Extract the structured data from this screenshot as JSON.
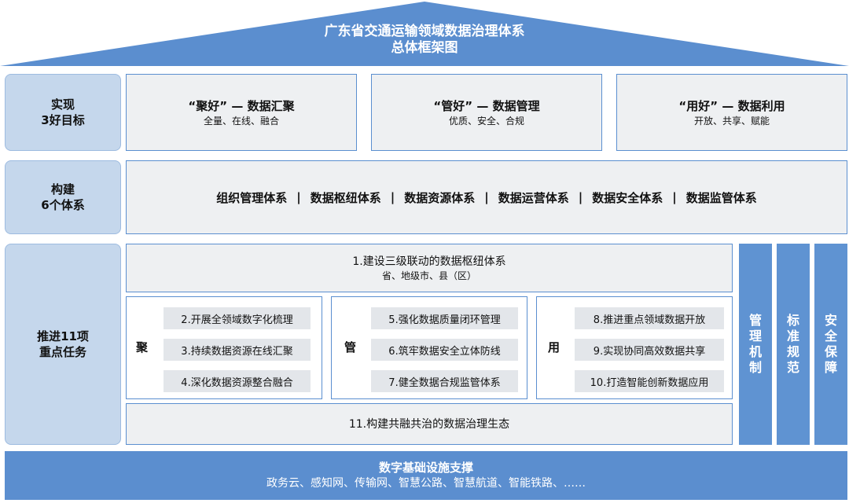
{
  "header": {
    "line1": "广东省交通运输领域数据治理体系",
    "line2": "总体框架图"
  },
  "rows": {
    "goals": {
      "label1": "实现",
      "label2": "3好目标"
    },
    "systems": {
      "label1": "构建",
      "label2": "6个体系"
    },
    "tasks": {
      "label1": "推进11项",
      "label2": "重点任务"
    }
  },
  "goals": [
    {
      "title": "“聚好” — 数据汇聚",
      "sub": "全量、在线、融合"
    },
    {
      "title": "“管好” — 数据管理",
      "sub": "优质、安全、合规"
    },
    {
      "title": "“用好” — 数据利用",
      "sub": "开放、共享、赋能"
    }
  ],
  "systems": [
    "组织管理体系",
    "数据枢纽体系",
    "数据资源体系",
    "数据运营体系",
    "数据安全体系",
    "数据监管体系"
  ],
  "separator": "|",
  "task_top": {
    "title": "1.建设三级联动的数据枢纽体系",
    "sub": "省、地级市、县（区）"
  },
  "groups": [
    {
      "label": "聚",
      "items": [
        "2.开展全领域数字化梳理",
        "3.持续数据资源在线汇聚",
        "4.深化数据资源整合融合"
      ]
    },
    {
      "label": "管",
      "items": [
        "5.强化数据质量闭环管理",
        "6.筑牢数据安全立体防线",
        "7.健全数据合规监管体系"
      ]
    },
    {
      "label": "用",
      "items": [
        "8.推进重点领域数据开放",
        "9.实现协同高效数据共享",
        "10.打造智能创新数据应用"
      ]
    }
  ],
  "task_bottom": "11.构建共融共治的数据治理生态",
  "columns": [
    [
      "管",
      "理",
      "机",
      "制"
    ],
    [
      "标",
      "准",
      "规",
      "范"
    ],
    [
      "安",
      "全",
      "保",
      "障"
    ]
  ],
  "foundation": {
    "title": "数字基础设施支撑",
    "items": "政务云、感知网、传输网、智慧公路、智慧航道、智能铁路、……"
  }
}
